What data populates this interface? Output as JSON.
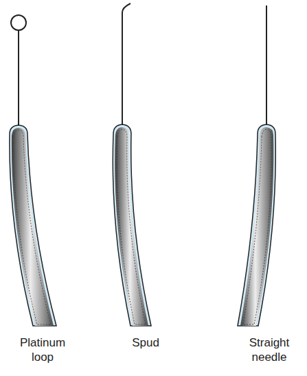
{
  "diagram": {
    "labels": [
      "Platinum loop",
      "Spud",
      "Straight needle"
    ]
  }
}
